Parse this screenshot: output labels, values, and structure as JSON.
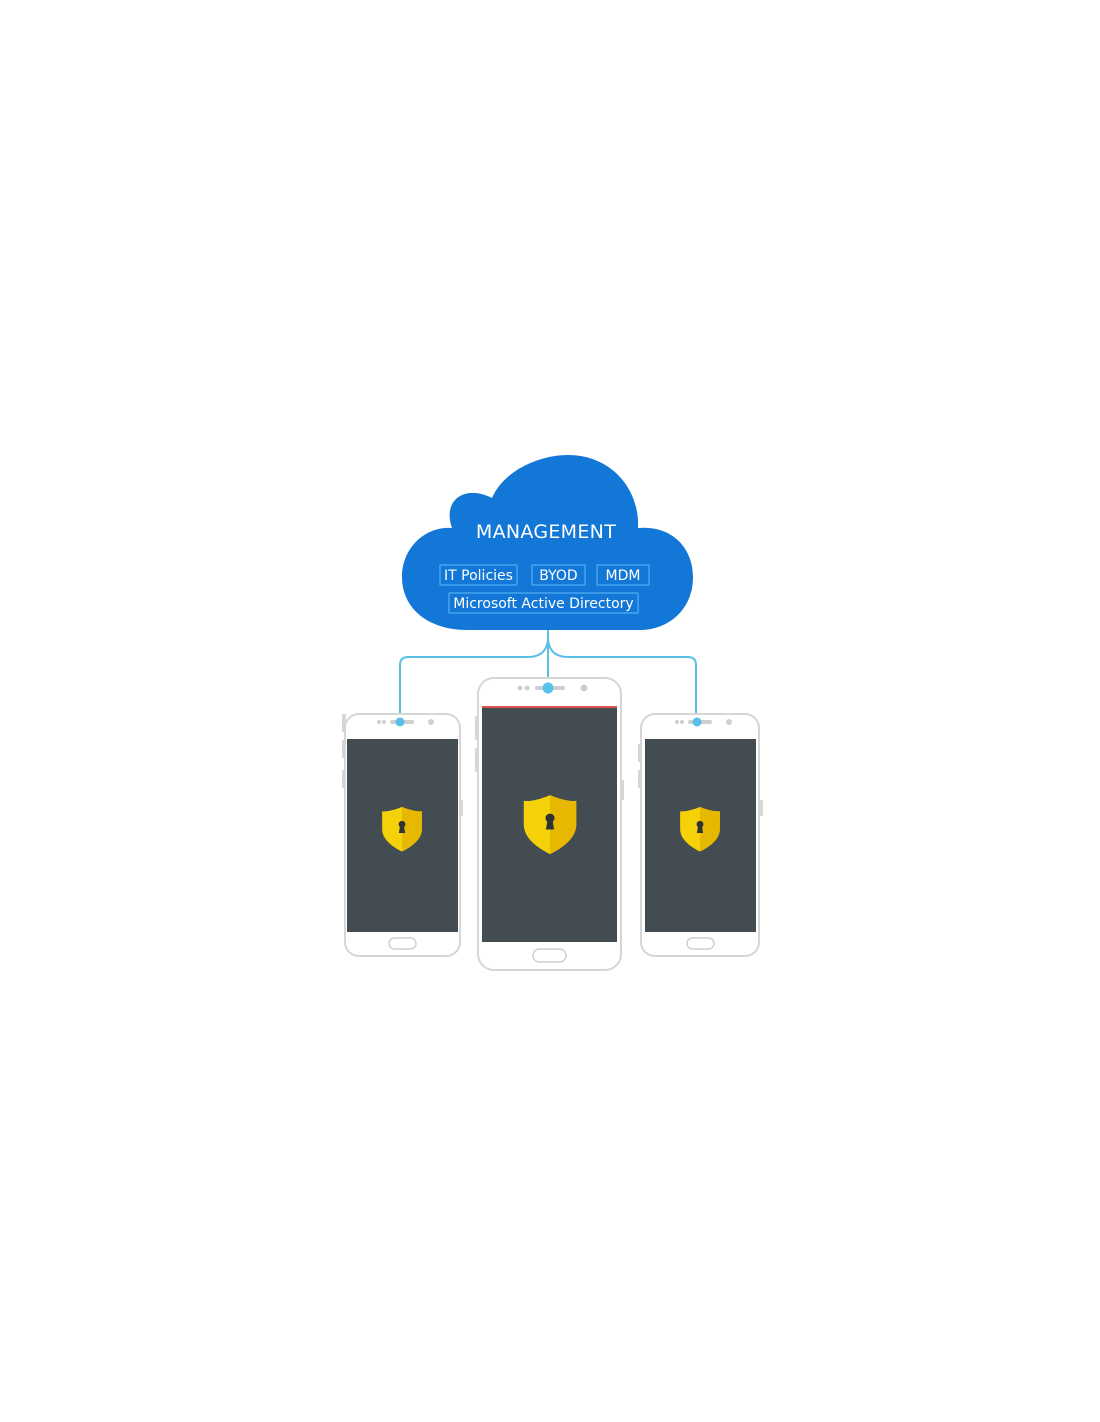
{
  "cloud": {
    "title": "MANAGEMENT",
    "tags": [
      "IT Policies",
      "BYOD",
      "MDM",
      "Microsoft Active Directory"
    ],
    "color": "#1277d6"
  },
  "colors": {
    "connector": "#5bc0e8",
    "screen": "#434c50",
    "shield_left": "#f5d10a",
    "shield_right": "#e6b800",
    "phone_body": "#ffffff",
    "phone_outline": "#d6d6d6"
  },
  "devices": [
    {
      "name": "phone-left",
      "icon": "shield-lock-icon"
    },
    {
      "name": "phone-center",
      "icon": "shield-lock-icon"
    },
    {
      "name": "phone-right",
      "icon": "shield-lock-icon"
    }
  ]
}
